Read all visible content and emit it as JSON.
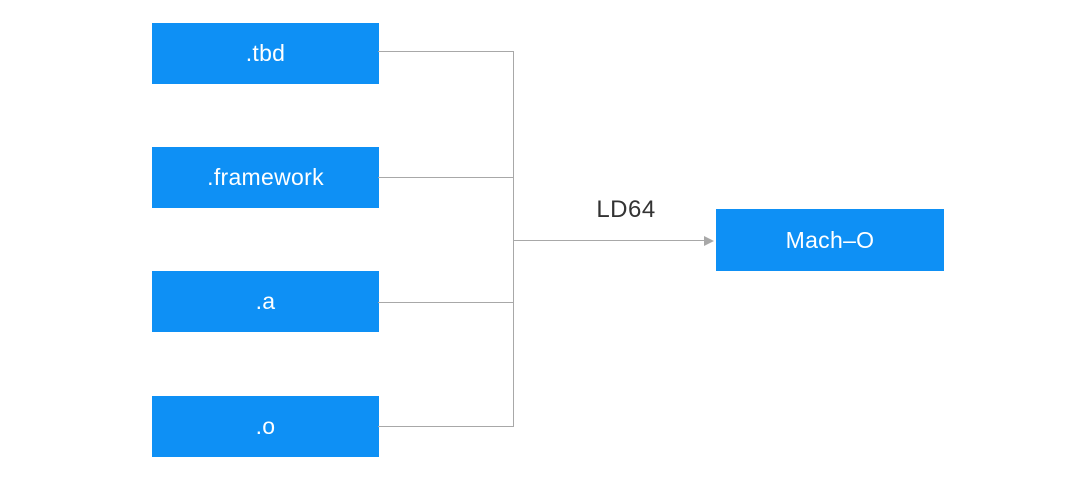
{
  "diagram": {
    "inputs": [
      {
        "label": ".tbd"
      },
      {
        "label": ".framework"
      },
      {
        "label": ".a"
      },
      {
        "label": ".o"
      }
    ],
    "arrow_label": "LD64",
    "output": {
      "label": "Mach–O"
    },
    "colors": {
      "background": "#ffffff",
      "box_fill": "#0e90f5",
      "box_text": "#ffffff",
      "line": "#a8a8a8",
      "arrow_label_text": "#333333"
    }
  }
}
